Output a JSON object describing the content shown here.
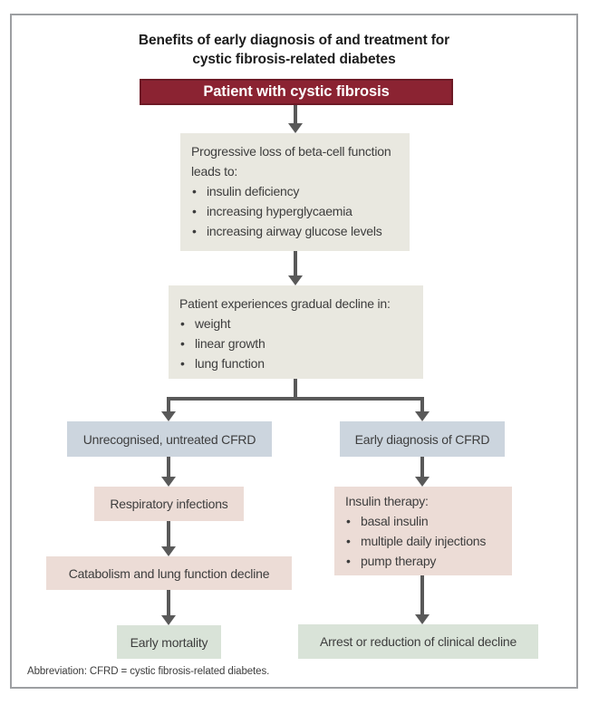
{
  "figure": {
    "title_line_1": "Benefits of early diagnosis of and treatment for",
    "title_line_2": "cystic fibrosis-related diabetes",
    "footnote": "Abbreviation: CFRD = cystic fibrosis-related diabetes."
  },
  "colors": {
    "panel_border": "#9d9fa2",
    "title_text": "#1c1c1c",
    "banner_bg": "#8b2332",
    "banner_border": "#6d1a26",
    "banner_text": "#ffffff",
    "neutral_box_bg": "#e9e8e0",
    "decision_box_bg": "#ccd5de",
    "problem_box_bg": "#ecdcd6",
    "outcome_box_bg": "#d9e3d8",
    "arrow_color": "#595959",
    "body_text": "#3d3d3d"
  },
  "nodes": {
    "patient": {
      "label": "Patient with cystic fibrosis"
    },
    "beta_cell_loss": {
      "heading": "Progressive loss of beta-cell function leads to:",
      "bullets": [
        "insulin deficiency",
        "increasing hyperglycaemia",
        "increasing airway glucose levels"
      ]
    },
    "gradual_decline": {
      "heading": "Patient experiences gradual decline in:",
      "bullets": [
        "weight",
        "linear growth",
        "lung function"
      ]
    },
    "untreated_cfrd": {
      "label": "Unrecognised, untreated CFRD"
    },
    "respiratory_infections": {
      "label": "Respiratory infections"
    },
    "catabolism_decline": {
      "label": "Catabolism and lung function decline"
    },
    "early_mortality": {
      "label": "Early mortality"
    },
    "early_diagnosis": {
      "label": "Early diagnosis of CFRD"
    },
    "insulin_therapy": {
      "heading": "Insulin therapy:",
      "bullets": [
        "basal insulin",
        "multiple daily injections",
        "pump therapy"
      ]
    },
    "arrest_decline": {
      "label": "Arrest or reduction of clinical decline"
    }
  }
}
